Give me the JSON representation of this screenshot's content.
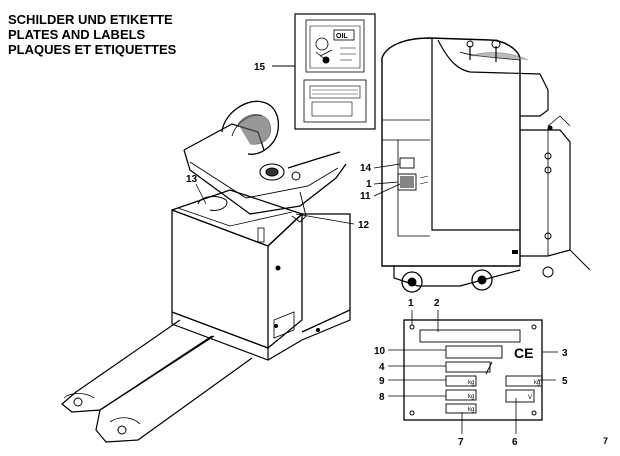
{
  "title": {
    "line1": "SCHILDER UND ETIKETTE",
    "line2": "PLATES AND LABELS",
    "line3": "PLAQUES ET ETIQUETTES"
  },
  "callouts": {
    "c1a": "1",
    "c2": "2",
    "c3": "3",
    "c4": "4",
    "c5": "5",
    "c6": "6",
    "c7": "7",
    "c8": "8",
    "c9": "9",
    "c10": "10",
    "c11": "11",
    "c12": "12",
    "c13": "13",
    "c14": "14",
    "c15": "15",
    "c1b": "1"
  },
  "plate": {
    "ce_mark": "CE",
    "unit_kg": "kg",
    "unit_v": "V",
    "oil_label": "OIL"
  },
  "page_number": "7"
}
